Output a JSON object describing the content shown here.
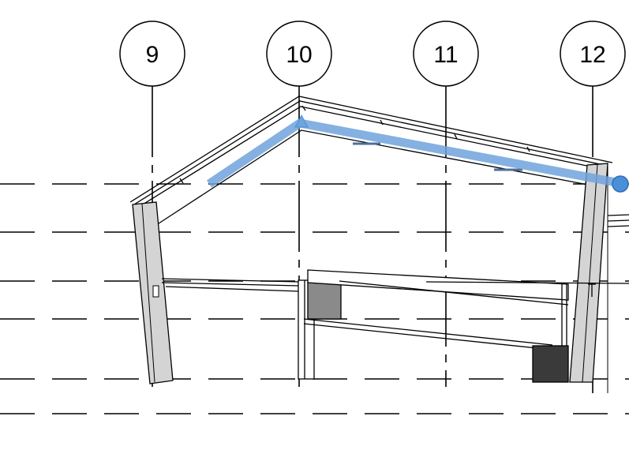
{
  "colors": {
    "background": "#ffffff",
    "line": "#000000",
    "wall_fill": "#d4d4d4",
    "dark_block": "#3a3a3a",
    "mid_block": "#8a8a8a",
    "highlight": "#6fa3dc",
    "grip": "#4a8fd8"
  },
  "grid_bubbles": [
    {
      "label": "9"
    },
    {
      "label": "10"
    },
    {
      "label": "11"
    },
    {
      "label": "12"
    }
  ]
}
